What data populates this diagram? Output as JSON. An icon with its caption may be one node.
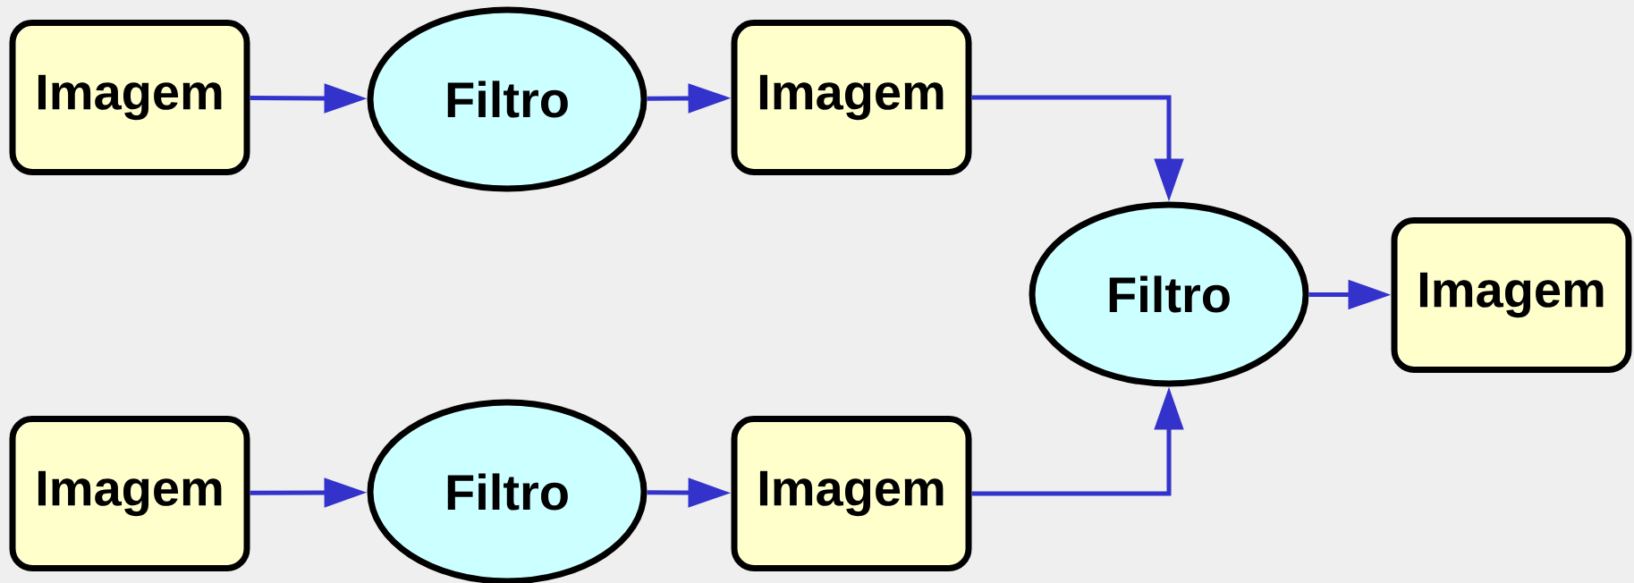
{
  "diagram": {
    "nodes": [
      {
        "text": [
          "Imagem"
        ]
      },
      {
        "text": [
          "Filtro"
        ]
      },
      {
        "text": [
          "Imagem"
        ]
      },
      {
        "text": [
          "Filtro"
        ]
      },
      {
        "text": [
          "Imagem"
        ]
      },
      {
        "text": [
          "Imagem"
        ]
      },
      {
        "text": [
          "Filtro"
        ]
      },
      {
        "text": [
          "Imagem"
        ]
      }
    ],
    "edges": [
      {
        "from": 0,
        "to": 1,
        "arrow": "to"
      },
      {
        "from": 1,
        "to": 2,
        "arrow": "to"
      },
      {
        "from": 2,
        "to": 3,
        "arrow": "to"
      },
      {
        "from": 5,
        "to": 6,
        "arrow": "to"
      },
      {
        "from": 6,
        "to": 7,
        "arrow": "to"
      },
      {
        "from": 7,
        "to": 3,
        "arrow": "to"
      },
      {
        "from": 3,
        "to": 4,
        "arrow": "to"
      }
    ]
  }
}
